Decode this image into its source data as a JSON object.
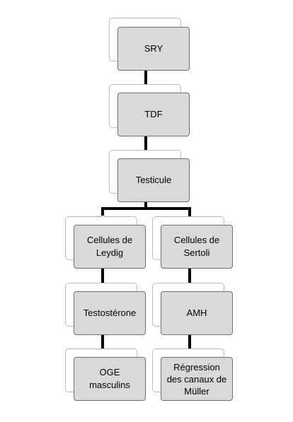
{
  "diagram": {
    "colors": {
      "node_fill": "#d9d9d9",
      "node_border": "#6e6e6e",
      "shadow_border": "#b9b9b9",
      "connector": "#000000"
    },
    "nodes": [
      {
        "id": "sry",
        "label": "SRY"
      },
      {
        "id": "tdf",
        "label": "TDF"
      },
      {
        "id": "testicule",
        "label": "Testicule"
      },
      {
        "id": "leydig",
        "label": "Cellules de\nLeydig"
      },
      {
        "id": "sertoli",
        "label": "Cellules de\nSertoli"
      },
      {
        "id": "testosterone",
        "label": "Testostérone"
      },
      {
        "id": "amh",
        "label": "AMH"
      },
      {
        "id": "oge",
        "label": "OGE\nmasculins"
      },
      {
        "id": "regression",
        "label": "Régression\ndes canaux de\nMüller"
      }
    ]
  }
}
